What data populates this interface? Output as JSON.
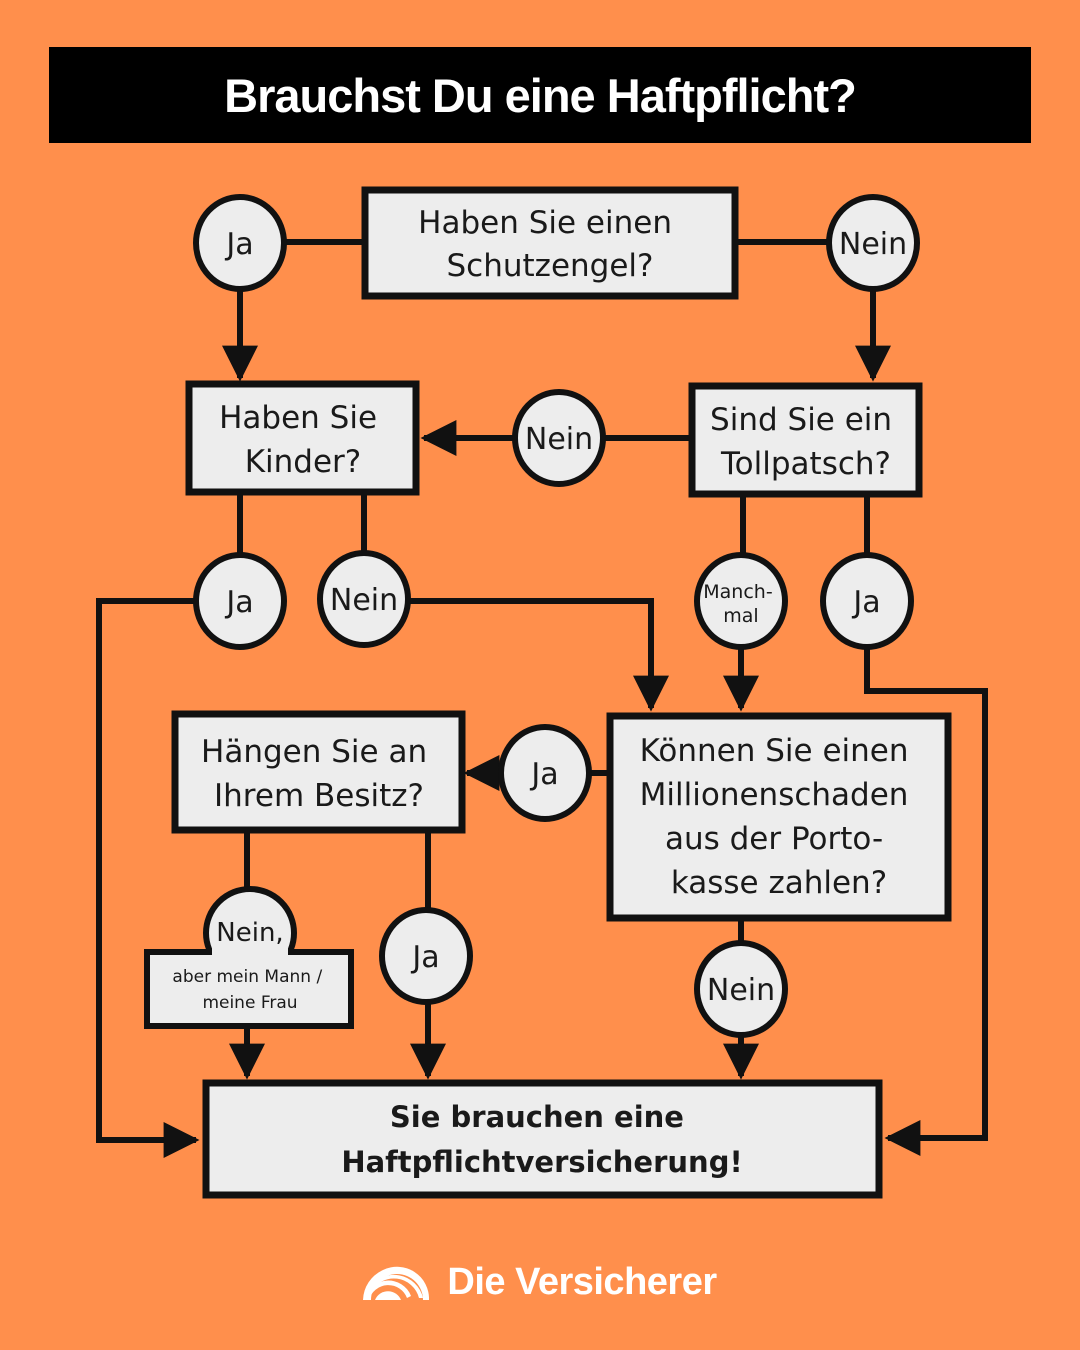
{
  "colors": {
    "background": "#FF8F4C",
    "title_bar": "#000000",
    "node_fill": "#EDEDED",
    "stroke": "#111111",
    "brand_text": "#FFFFFF"
  },
  "header": {
    "title": "Brauchst Du eine Haftpflicht?"
  },
  "flowchart": {
    "questions": {
      "schutzengel": [
        "Haben Sie einen",
        "Schutzengel?"
      ],
      "kinder": [
        "Haben Sie",
        "Kinder?"
      ],
      "tollpatsch": [
        "Sind Sie ein",
        "Tollpatsch?"
      ],
      "besitz": [
        "Hängen Sie an",
        "Ihrem Besitz?"
      ],
      "millionenschaden": [
        "Können Sie einen",
        "Millionenschaden",
        "aus der Porto-",
        "kasse zahlen?"
      ]
    },
    "answers": {
      "schutzengel_ja": "Ja",
      "schutzengel_nein": "Nein",
      "tollpatsch_nein": "Nein",
      "kinder_ja": "Ja",
      "kinder_nein": "Nein",
      "tollpatsch_manchmal": [
        "Manch-",
        "mal"
      ],
      "tollpatsch_ja": "Ja",
      "millionenschaden_ja": "Ja",
      "besitz_nein": "Nein,",
      "besitz_nein_detail": [
        "aber mein Mann /",
        "meine Frau"
      ],
      "besitz_ja": "Ja",
      "millionenschaden_nein": "Nein"
    },
    "result": [
      "Sie brauchen eine",
      "Haftpflichtversicherung!"
    ]
  },
  "footer": {
    "brand": "Die Versicherer",
    "logo_icon": "rainbow-arcs-icon"
  }
}
